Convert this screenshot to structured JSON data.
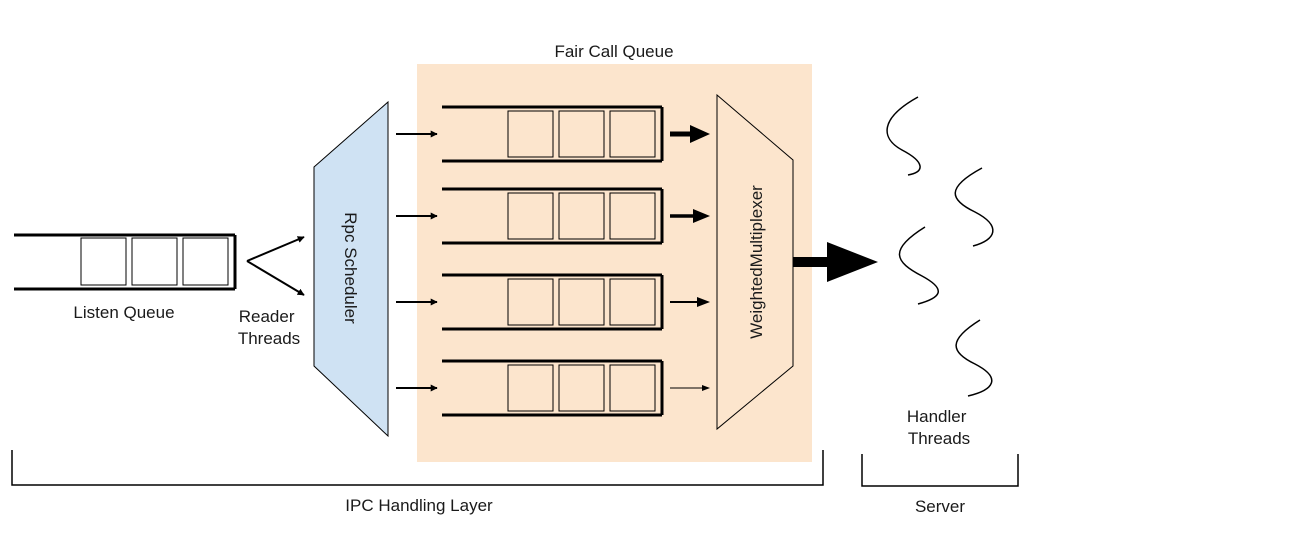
{
  "diagram": {
    "fair_call_queue_label": "Fair Call Queue",
    "listen_queue_label": "Listen Queue",
    "reader_threads_label": [
      "Reader",
      "Threads"
    ],
    "rpc_scheduler_label": "Rpc Scheduler",
    "multiplexer_label": "WeightedMultiplexer",
    "handler_threads_label": [
      "Handler",
      "Threads"
    ],
    "ipc_layer_label": "IPC Handling Layer",
    "server_label": "Server"
  },
  "colors": {
    "fair_queue_fill": "#fce5cd",
    "scheduler_fill": "#cfe2f3",
    "stroke": "#000000"
  },
  "sub_queue_count": 4,
  "handler_thread_count": 4
}
